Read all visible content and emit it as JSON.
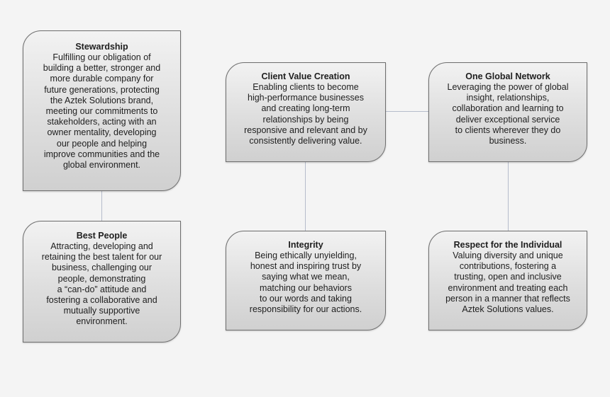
{
  "boxes": {
    "stewardship": {
      "title": "Stewardship",
      "text": "Fulfilling our obligation of\nbuilding a better, stronger and\nmore durable company for\nfuture generations, protecting\nthe Aztek Solutions brand,\nmeeting our commitments to\nstakeholders, acting with an\nowner mentality, developing\nour people and helping\nimprove communities and the\nglobal environment."
    },
    "best_people": {
      "title": "Best People",
      "text": "Attracting, developing and\nretaining the best talent for our\nbusiness, challenging our\npeople, demonstrating\na “can-do” attitude and\nfostering a collaborative and\nmutually supportive\nenvironment."
    },
    "client_value": {
      "title": "Client Value Creation",
      "text": "Enabling clients to become\nhigh-performance businesses\nand creating long-term\nrelationships by being\nresponsive and relevant and by\nconsistently delivering value."
    },
    "global_network": {
      "title": "One Global Network",
      "text": "Leveraging the power of global\ninsight, relationships,\ncollaboration and learning to\ndeliver exceptional service\nto clients wherever they do\nbusiness."
    },
    "integrity": {
      "title": "Integrity",
      "text": "Being ethically unyielding,\nhonest and inspiring trust by\nsaying what we mean,\nmatching our behaviors\nto our words and taking\nresponsibility for our actions."
    },
    "respect": {
      "title": "Respect for the Individual",
      "text": "Valuing diversity and unique\ncontributions, fostering a\ntrusting, open and inclusive\nenvironment and treating each\nperson in a manner that reflects\nAztek Solutions values."
    }
  }
}
